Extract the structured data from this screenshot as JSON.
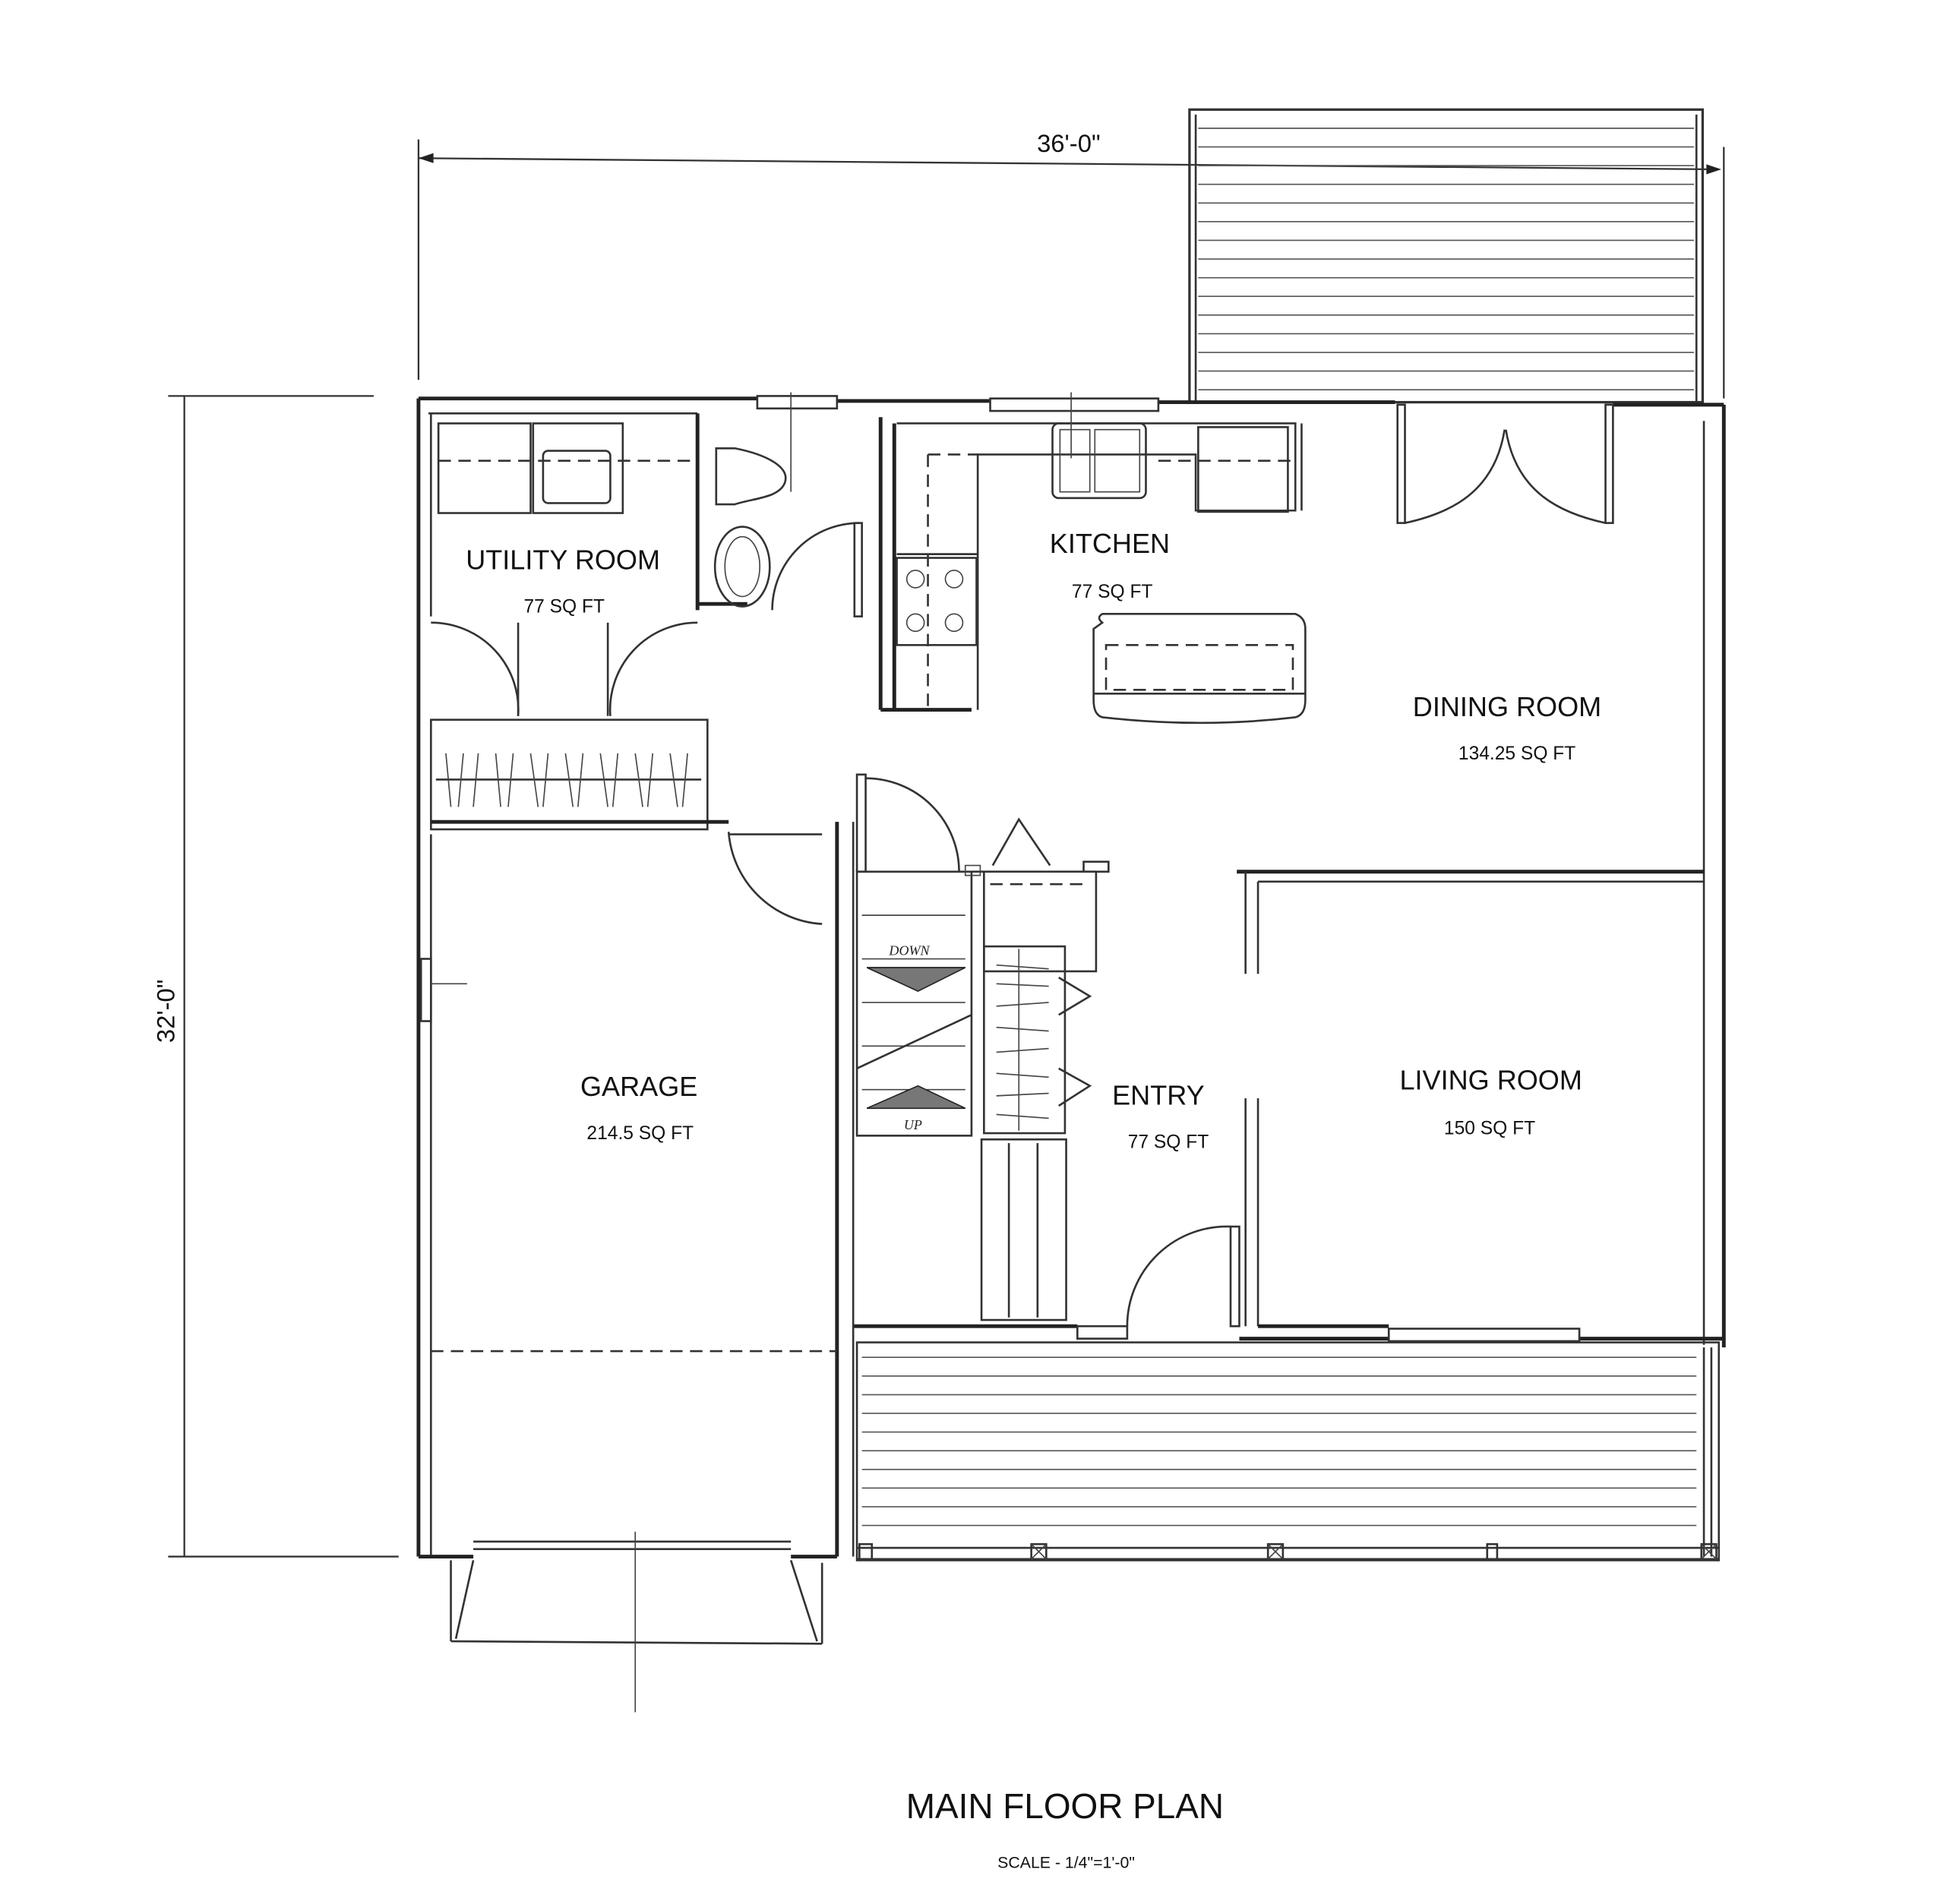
{
  "drawing": {
    "title": "MAIN FLOOR PLAN",
    "scale": "SCALE - 1/4\"=1'-0\""
  },
  "dimensions": {
    "width": "36'-0\"",
    "depth": "32'-0\""
  },
  "rooms": [
    {
      "name": "UTILITY ROOM",
      "area": "77 SQ FT"
    },
    {
      "name": "KITCHEN",
      "area": "77 SQ FT"
    },
    {
      "name": "DINING ROOM",
      "area": "134.25 SQ FT"
    },
    {
      "name": "GARAGE",
      "area": "214.5 SQ FT"
    },
    {
      "name": "ENTRY",
      "area": "77 SQ FT"
    },
    {
      "name": "LIVING ROOM",
      "area": "150 SQ FT"
    }
  ],
  "stairs": {
    "down_label": "DOWN",
    "up_label": "UP"
  },
  "colors": {
    "line": "#222222",
    "background": "#ffffff"
  }
}
